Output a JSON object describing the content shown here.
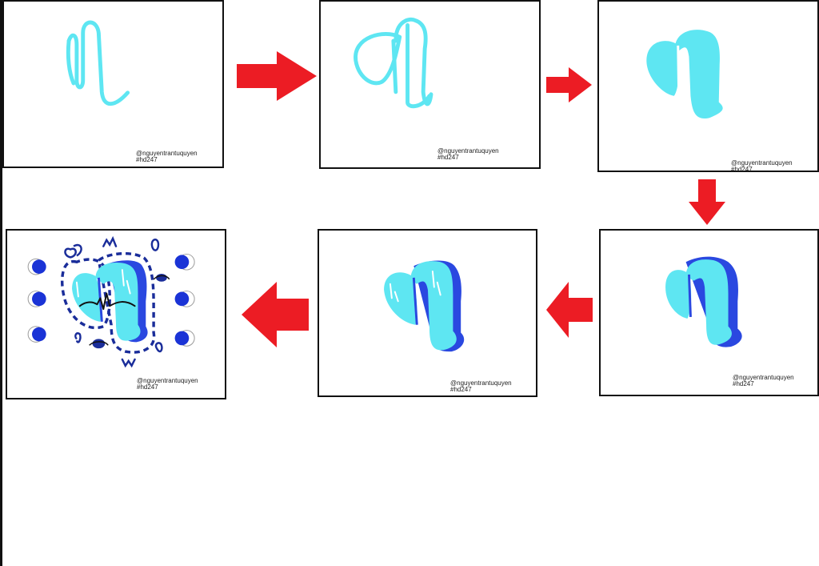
{
  "signature": {
    "handle": "@nguyentrantuquyen",
    "tag": "#hd247"
  },
  "colors": {
    "fill": "#5ee6f2",
    "shade": "#2a48e0",
    "outline": "#1a2d9a",
    "accent_red": "#ec1c24",
    "dot": "#1a33d6",
    "ink": "#111111"
  },
  "steps": [
    {
      "id": 1,
      "description_icon": "thin-outline-stroke"
    },
    {
      "id": 2,
      "description_icon": "closed-outline-loop"
    },
    {
      "id": 3,
      "description_icon": "filled-shape"
    },
    {
      "id": 4,
      "description_icon": "shaded-shape"
    },
    {
      "id": 5,
      "description_icon": "highlighted-shape"
    },
    {
      "id": 6,
      "description_icon": "decorated-shape"
    }
  ]
}
